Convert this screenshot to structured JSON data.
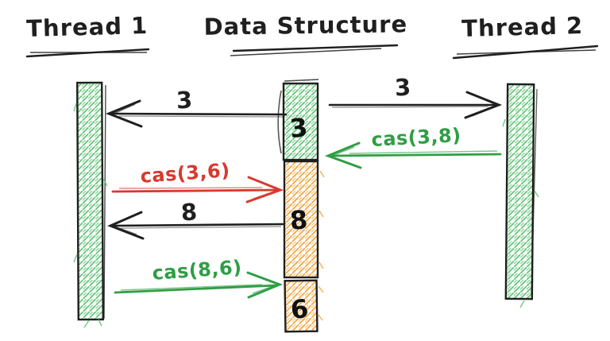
{
  "headers": [
    {
      "label": "Thread 1"
    },
    {
      "label": "Data Structure"
    },
    {
      "label": "Thread 2"
    }
  ],
  "data_structure": {
    "segments": [
      {
        "value": "3",
        "fill_style": "green-hatch"
      },
      {
        "value": "8",
        "fill_style": "orange-hatch"
      },
      {
        "value": "6",
        "fill_style": "orange-hatch"
      }
    ]
  },
  "messages": [
    {
      "label": "3",
      "from": "data-structure",
      "to": "thread-1",
      "color": "#1f1f1f"
    },
    {
      "label": "3",
      "from": "data-structure",
      "to": "thread-2",
      "color": "#1f1f1f"
    },
    {
      "label": "cas(3,8)",
      "from": "thread-2",
      "to": "data-structure",
      "color": "#2f9e44"
    },
    {
      "label": "cas(3,6)",
      "from": "thread-1",
      "to": "data-structure",
      "color": "#d8392f"
    },
    {
      "label": "8",
      "from": "data-structure",
      "to": "thread-1",
      "color": "#1f1f1f"
    },
    {
      "label": "cas(8,6)",
      "from": "thread-1",
      "to": "data-structure",
      "color": "#2f9e44"
    }
  ],
  "colors": {
    "ink": "#1f1f1f",
    "green": "#2f9e44",
    "green_hatch": "#60c275",
    "orange_hatch": "#f2a43d",
    "red": "#d8392f",
    "background": "#ffffff"
  }
}
